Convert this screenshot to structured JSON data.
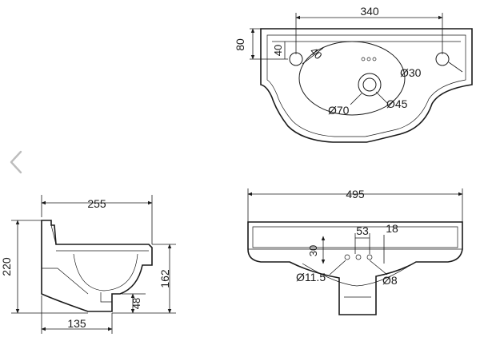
{
  "top_view": {
    "width_label": "340",
    "depth_label": "80",
    "offset_label_a": "40",
    "offset_label_b": "40",
    "tap_hole_label": "Ø30",
    "waste_outer_label": "Ø70",
    "waste_inner_label": "Ø45"
  },
  "side_view": {
    "depth_label": "255",
    "height_label": "220",
    "front_height_label": "162",
    "base_label": "135",
    "bottom_label": "48"
  },
  "front_view": {
    "width_label": "495",
    "spacing_label": "53",
    "side_label": "18",
    "height_label": "30",
    "hole_a_label": "Ø11.5",
    "hole_b_label": "Ø8"
  },
  "nav": {
    "back_icon": "chevron-left-icon"
  }
}
